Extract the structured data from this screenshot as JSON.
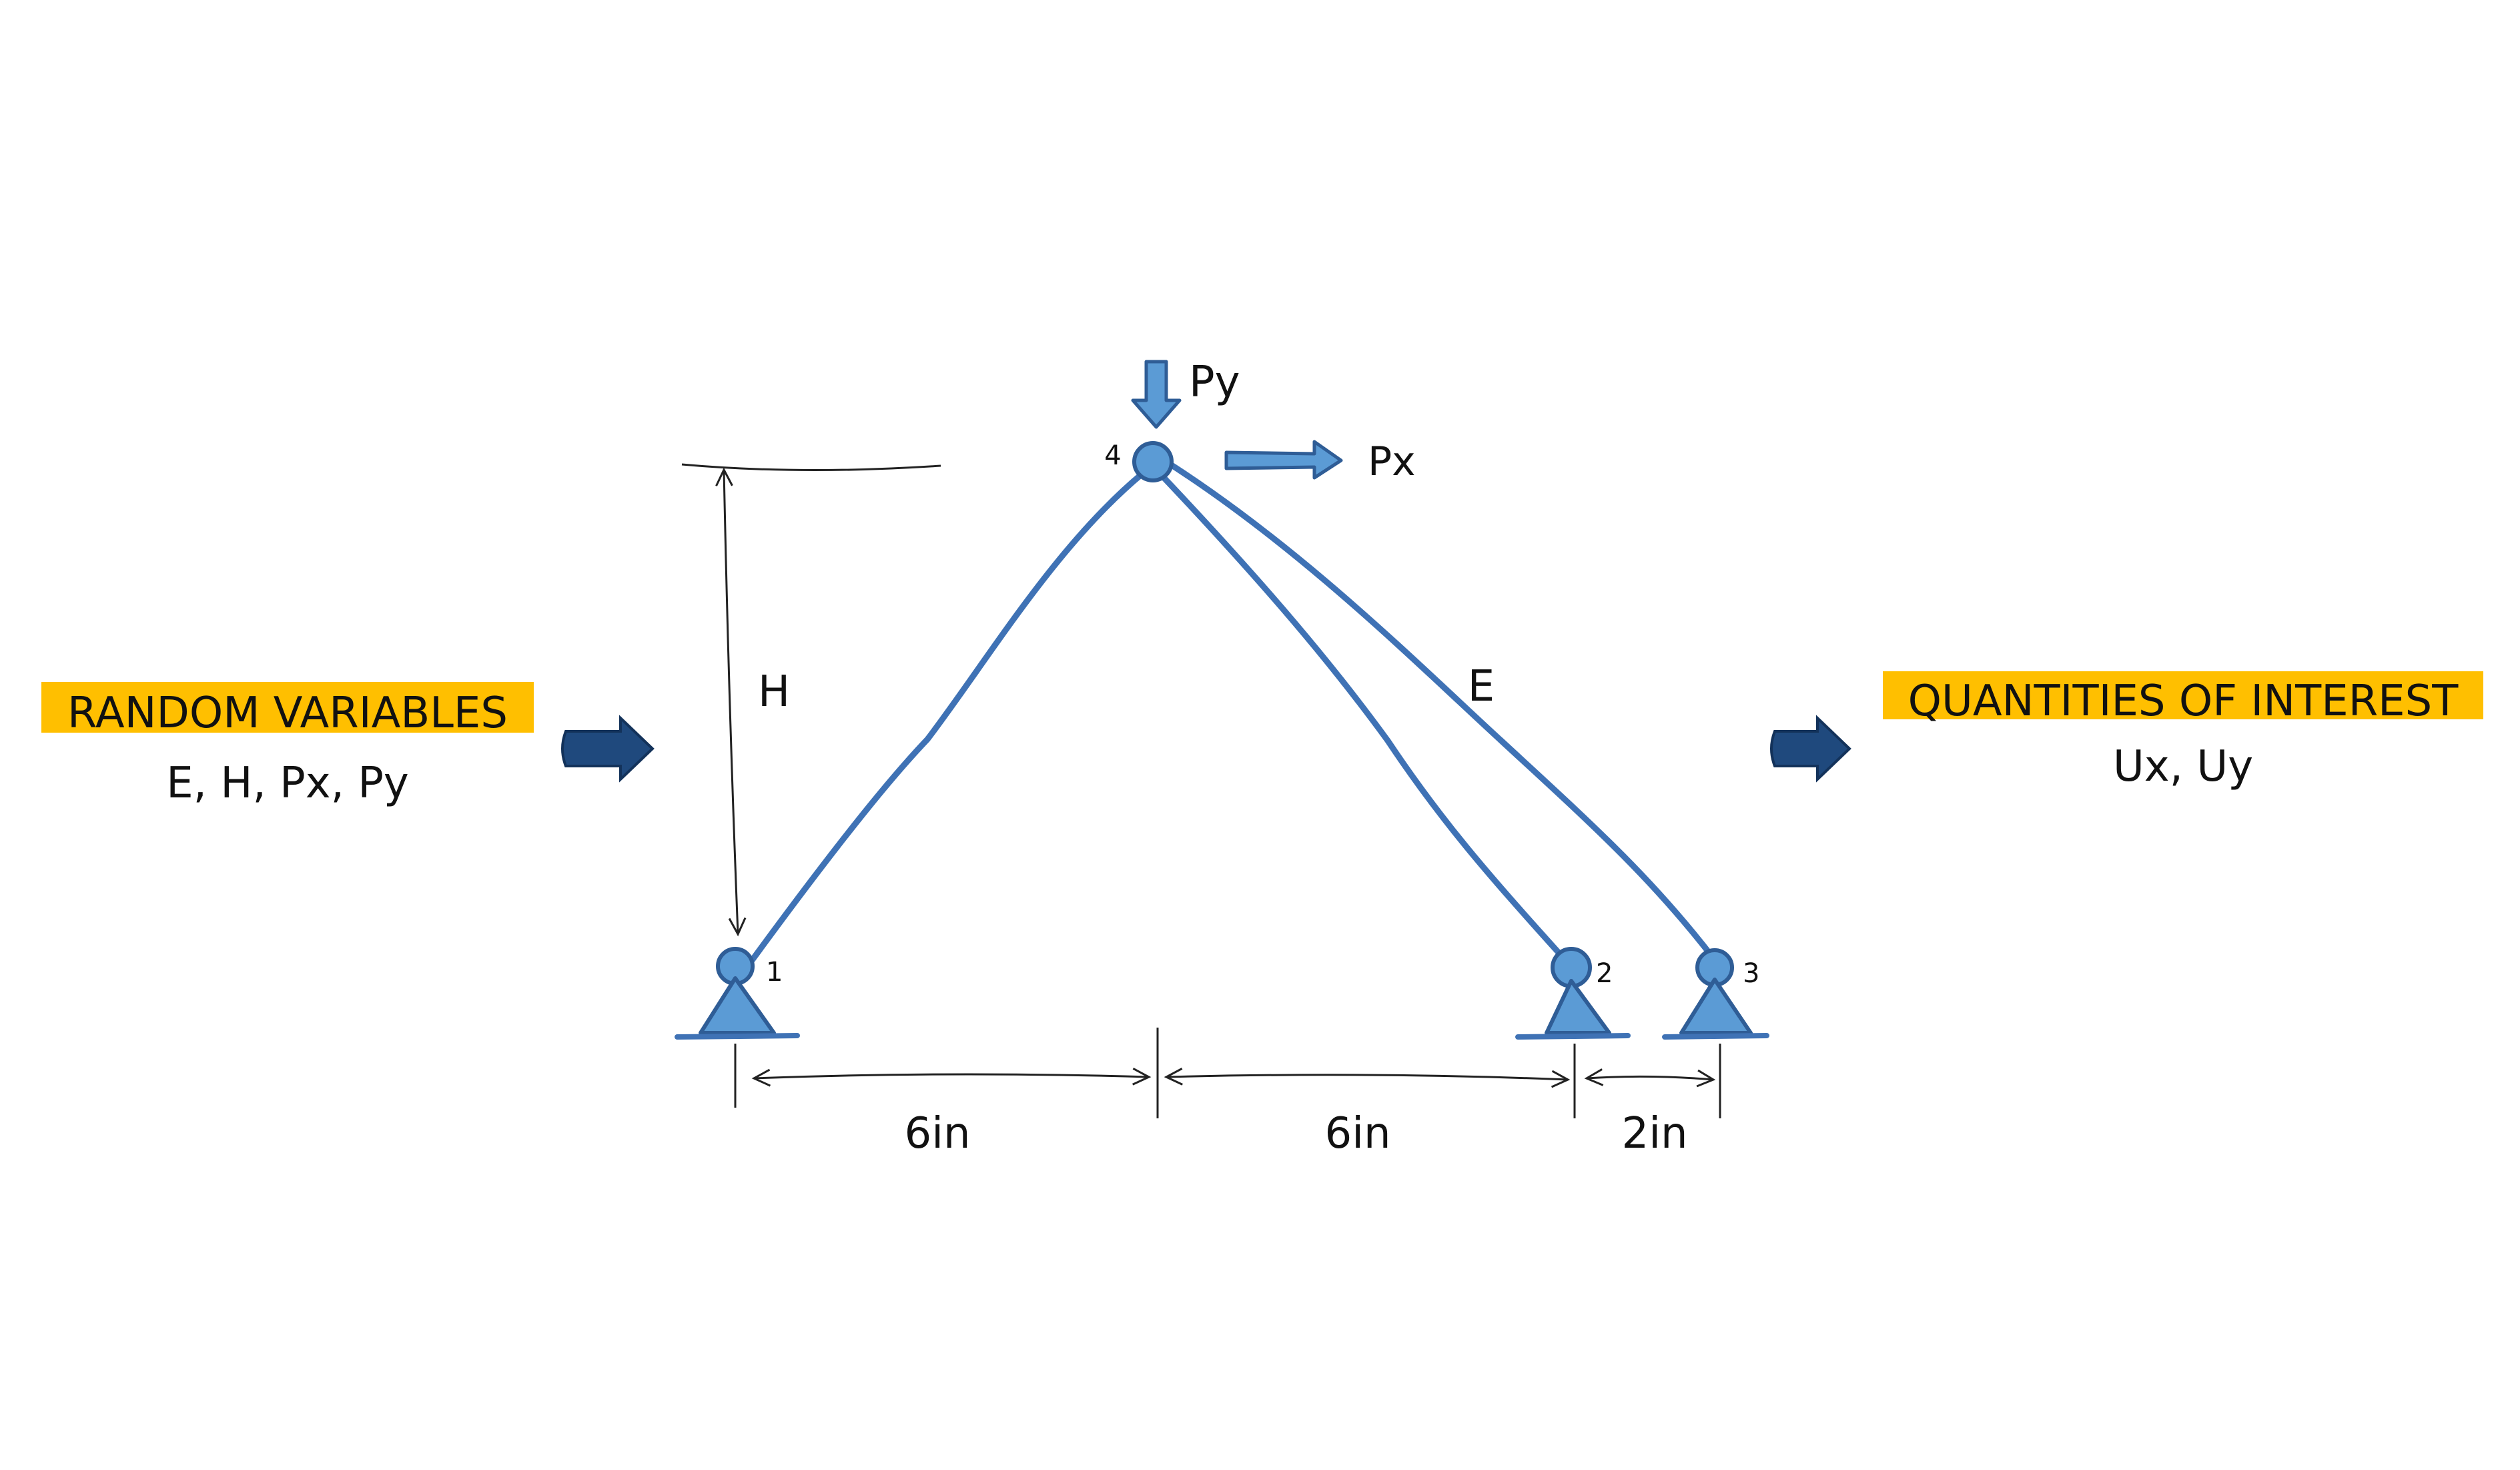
{
  "left_box": {
    "title": "RANDOM VARIABLES",
    "subtitle": "E, H, Px, Py"
  },
  "right_box": {
    "title": "QUANTITIES OF INTEREST",
    "subtitle": "Ux, Uy"
  },
  "loads": {
    "vertical": "Py",
    "horizontal": "Px"
  },
  "labels": {
    "height": "H",
    "modulus": "E"
  },
  "nodes": {
    "n1": "1",
    "n2": "2",
    "n3": "3",
    "n4": "4"
  },
  "dimensions": {
    "d1": "6in",
    "d2": "6in",
    "d3": "2in"
  },
  "colors": {
    "highlight": "#FFBF00",
    "member": "#3F72B5",
    "node_fill": "#5B9BD5",
    "node_stroke": "#2F5D96",
    "flow_arrow": "#1F497D",
    "ink": "#111111"
  },
  "icons": {
    "support": "pin-support-icon",
    "flow": "right-arrow-icon"
  }
}
